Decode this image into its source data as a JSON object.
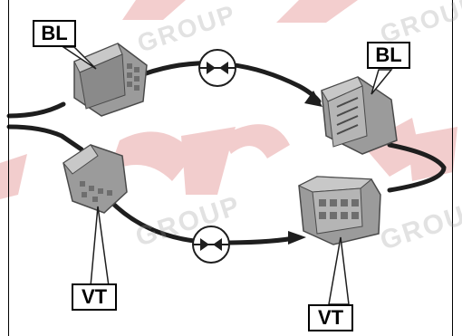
{
  "labels": {
    "top_left": "BL",
    "top_right": "BL",
    "bottom_left": "VT",
    "bottom_right": "VT"
  },
  "watermark": {
    "text": "GROUP"
  },
  "colors": {
    "connector_body": "#9b9b9b",
    "connector_dark": "#6e6e6e",
    "connector_light": "#c8c8c8",
    "wire": "#1e1e1e",
    "watermark_red": "#e8a3a3"
  }
}
